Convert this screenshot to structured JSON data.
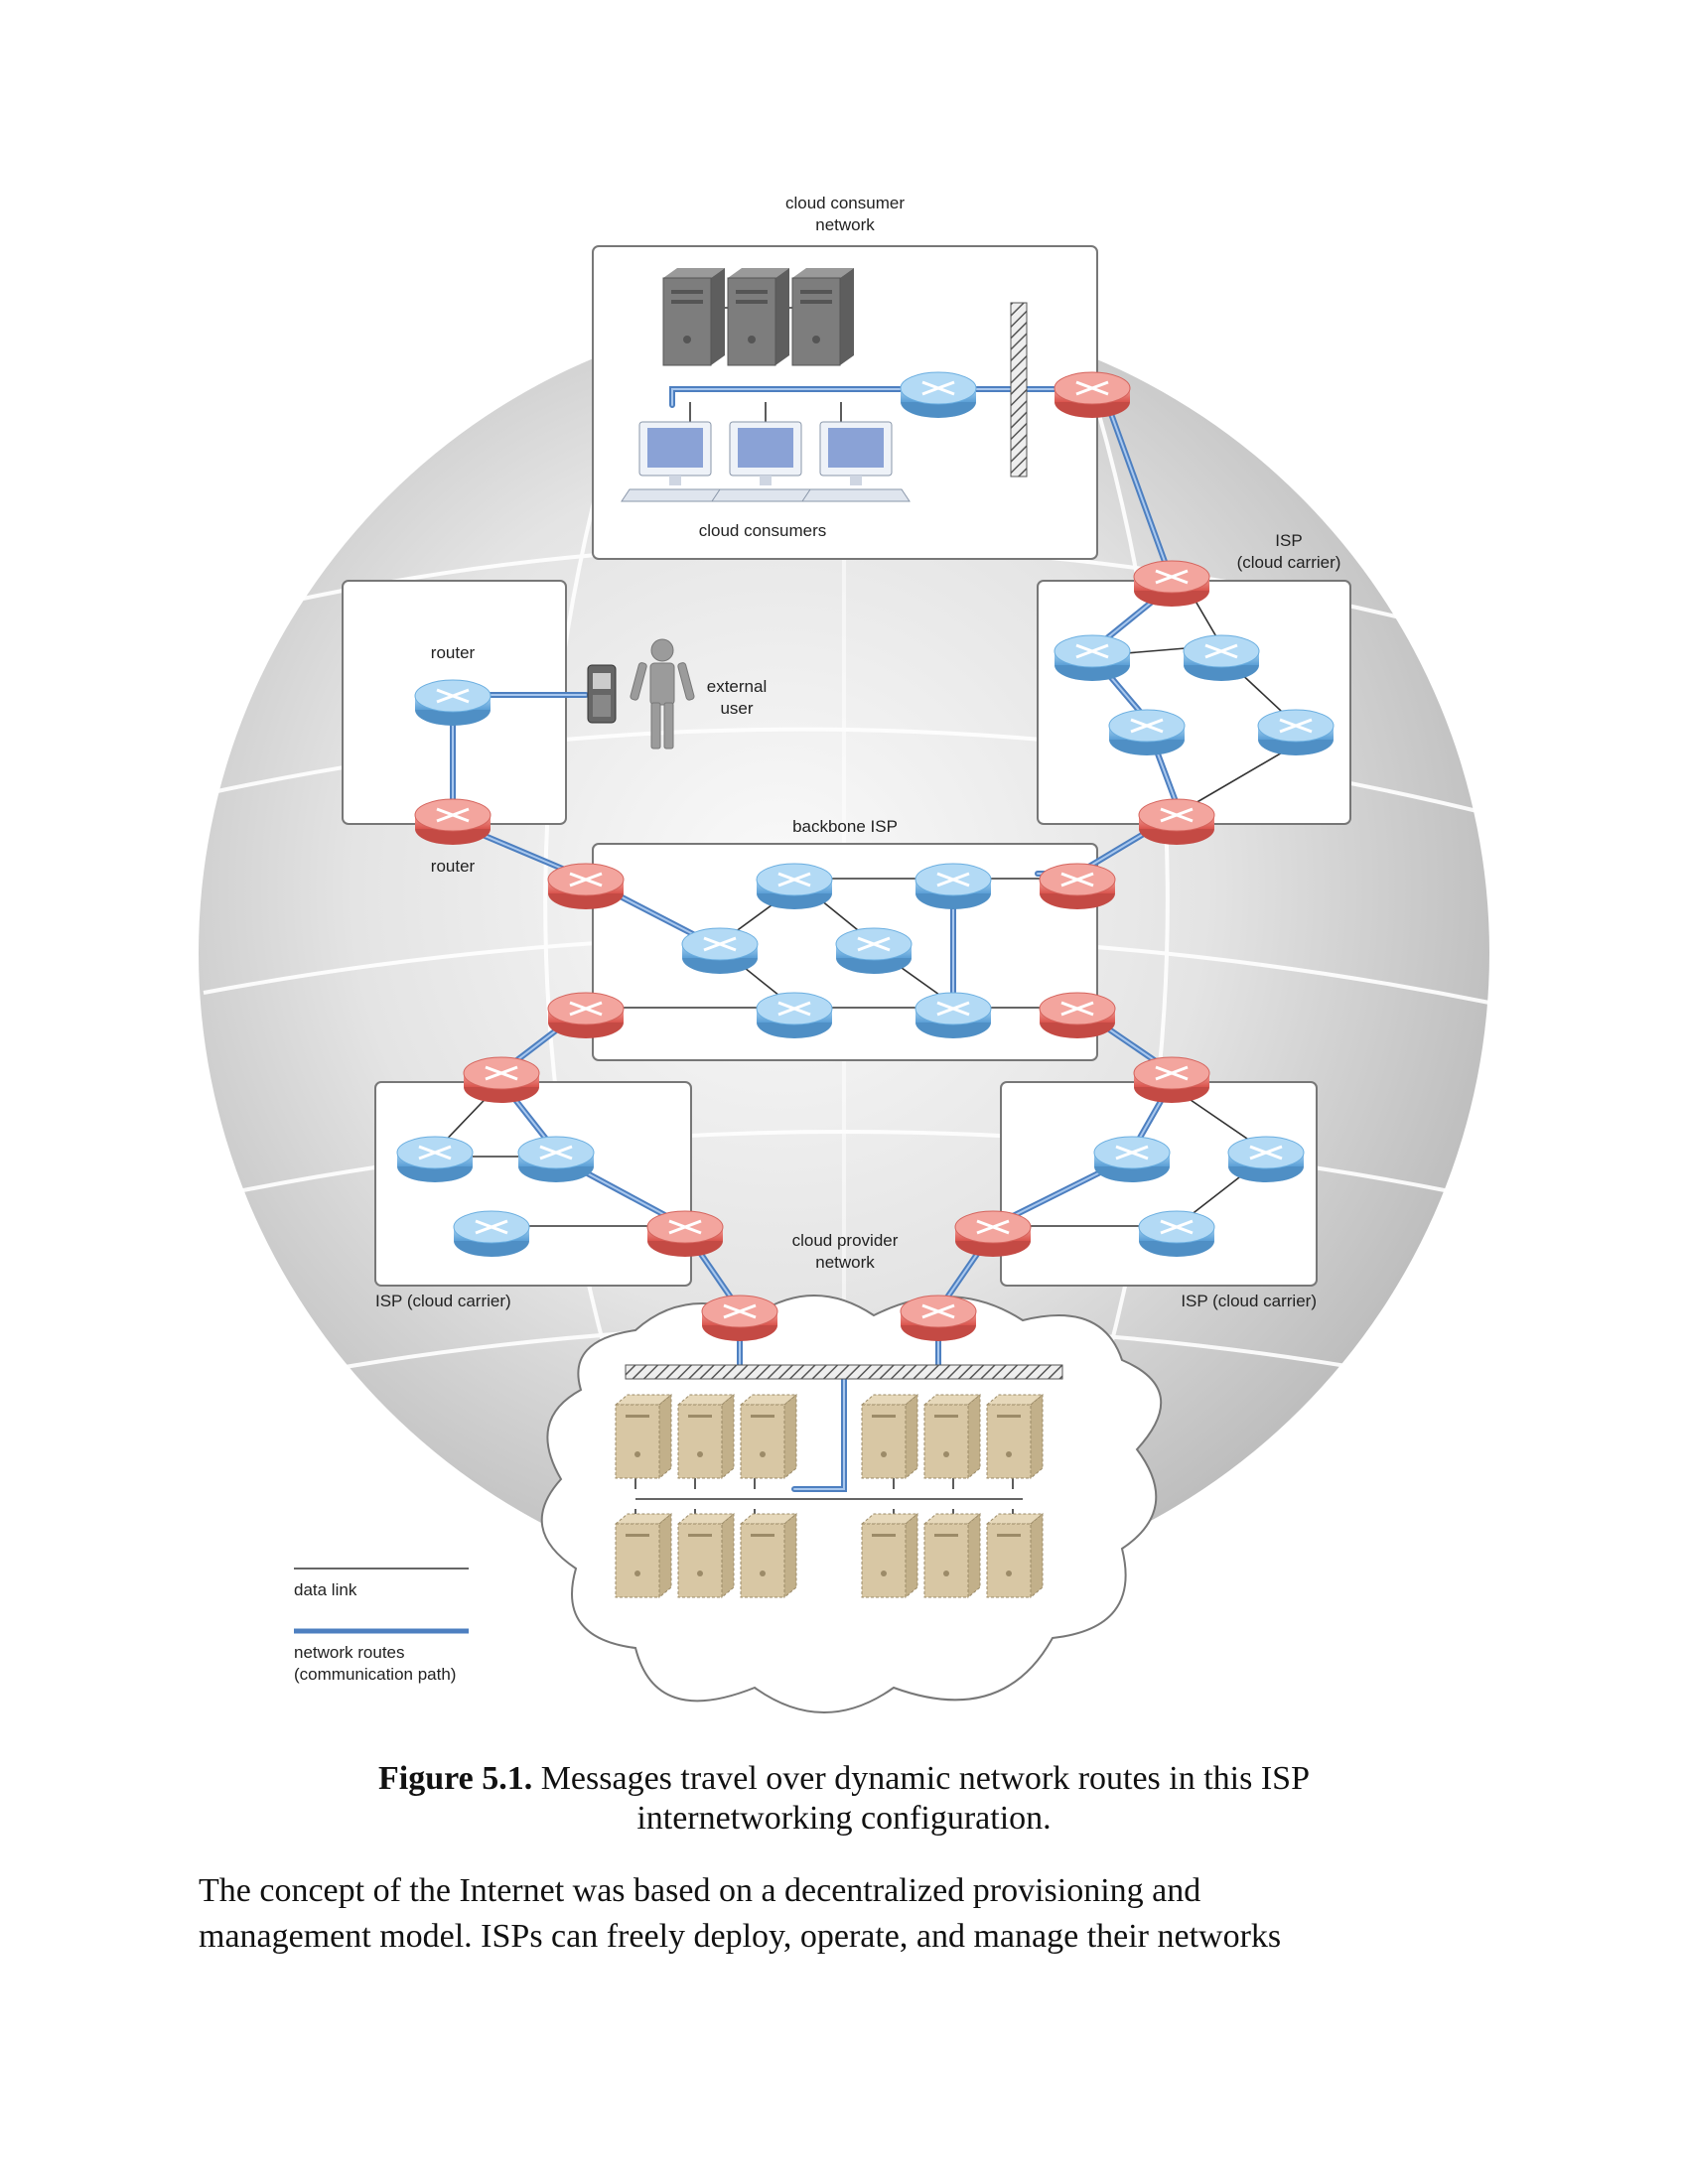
{
  "diagram": {
    "labels": {
      "consumer_network_line1": "cloud consumer",
      "consumer_network_line2": "network",
      "cloud_consumers": "cloud consumers",
      "isp_top_line1": "ISP",
      "isp_top_line2": "(cloud carrier)",
      "router_upper": "router",
      "router_lower": "router",
      "external_user_line1": "external",
      "external_user_line2": "user",
      "backbone_isp": "backbone ISP",
      "provider_network_line1": "cloud provider",
      "provider_network_line2": "network",
      "isp_bottom_left": "ISP (cloud carrier)",
      "isp_bottom_right": "ISP (cloud carrier)"
    },
    "legend": {
      "data_link": "data link",
      "network_routes_line1": "network routes",
      "network_routes_line2": "(communication path)"
    },
    "colors": {
      "isp_edge_router": "#e8716a",
      "internal_router": "#6aaee0",
      "network_route": "#6f9fd8",
      "data_link": "#333333",
      "consumer_server": "#7a7a7a",
      "provider_server": "#d8c7a4",
      "globe": "#d6d6d6"
    }
  },
  "caption": {
    "label": "Figure 5.1.",
    "line1": "Messages travel over dynamic network routes in this ISP",
    "line2": "internetworking configuration."
  },
  "body": {
    "line1": "The concept of the Internet was based on a decentralized provisioning and",
    "line2": "management model. ISPs can freely deploy, operate, and manage their networks"
  }
}
